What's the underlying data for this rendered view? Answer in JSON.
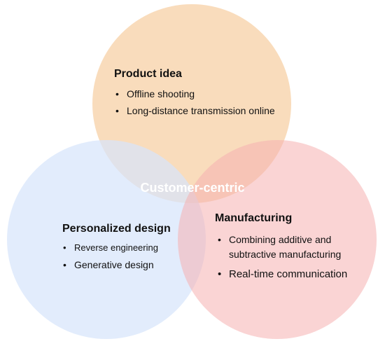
{
  "center_label": "Customer-centric",
  "colors": {
    "product_idea": "#f7d0a6",
    "personalized_design": "#d7e5fb",
    "manufacturing": "#f5b1b1",
    "center_text": "#ffffff"
  },
  "circles": [
    {
      "title": "Product idea",
      "items": [
        "Offline shooting",
        "Long-distance transmission online"
      ]
    },
    {
      "title": "Personalized design",
      "items": [
        "Reverse engineering",
        "Generative design"
      ]
    },
    {
      "title": "Manufacturing",
      "items": [
        "Combining additive and",
        "subtractive manufacturing",
        "Real-time communication"
      ]
    }
  ]
}
